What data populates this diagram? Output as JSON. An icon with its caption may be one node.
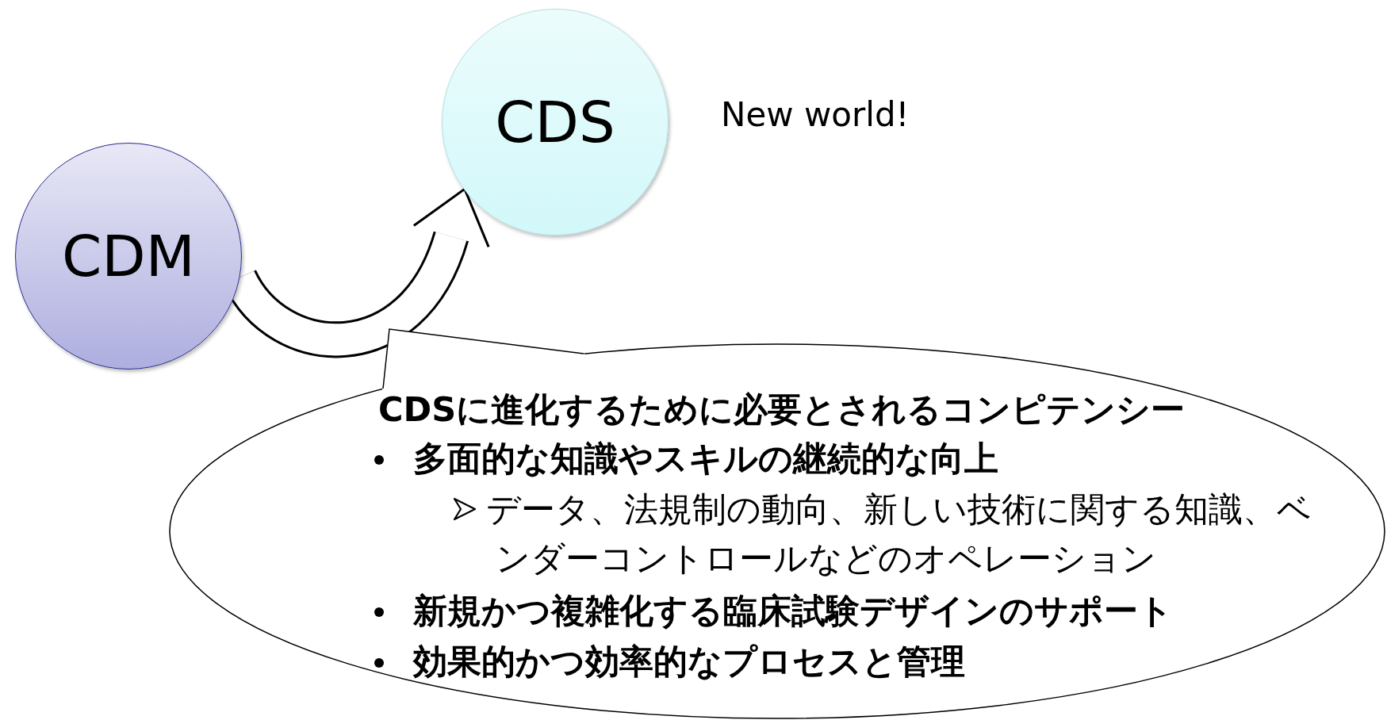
{
  "diagram": {
    "nodes": [
      {
        "text": [
          "CDM"
        ]
      },
      {
        "text": [
          "CDS"
        ]
      },
      {
        "text": [
          "CDSに進化するために必要とされるコンピテンシー",
          "多面的な知識やスキルの継続的な向上",
          "データ、法規制の動向、新しい技術に関する知識、ベンダーコントロールなどのオペレーション",
          "新規かつ複雑化する臨床試験デザインのサポート",
          "効果的かつ効率的なプロセスと管理"
        ]
      }
    ],
    "edges": [
      {
        "from": 0,
        "to": 1,
        "arrow": "to"
      }
    ],
    "labels": [
      "New world!"
    ]
  }
}
